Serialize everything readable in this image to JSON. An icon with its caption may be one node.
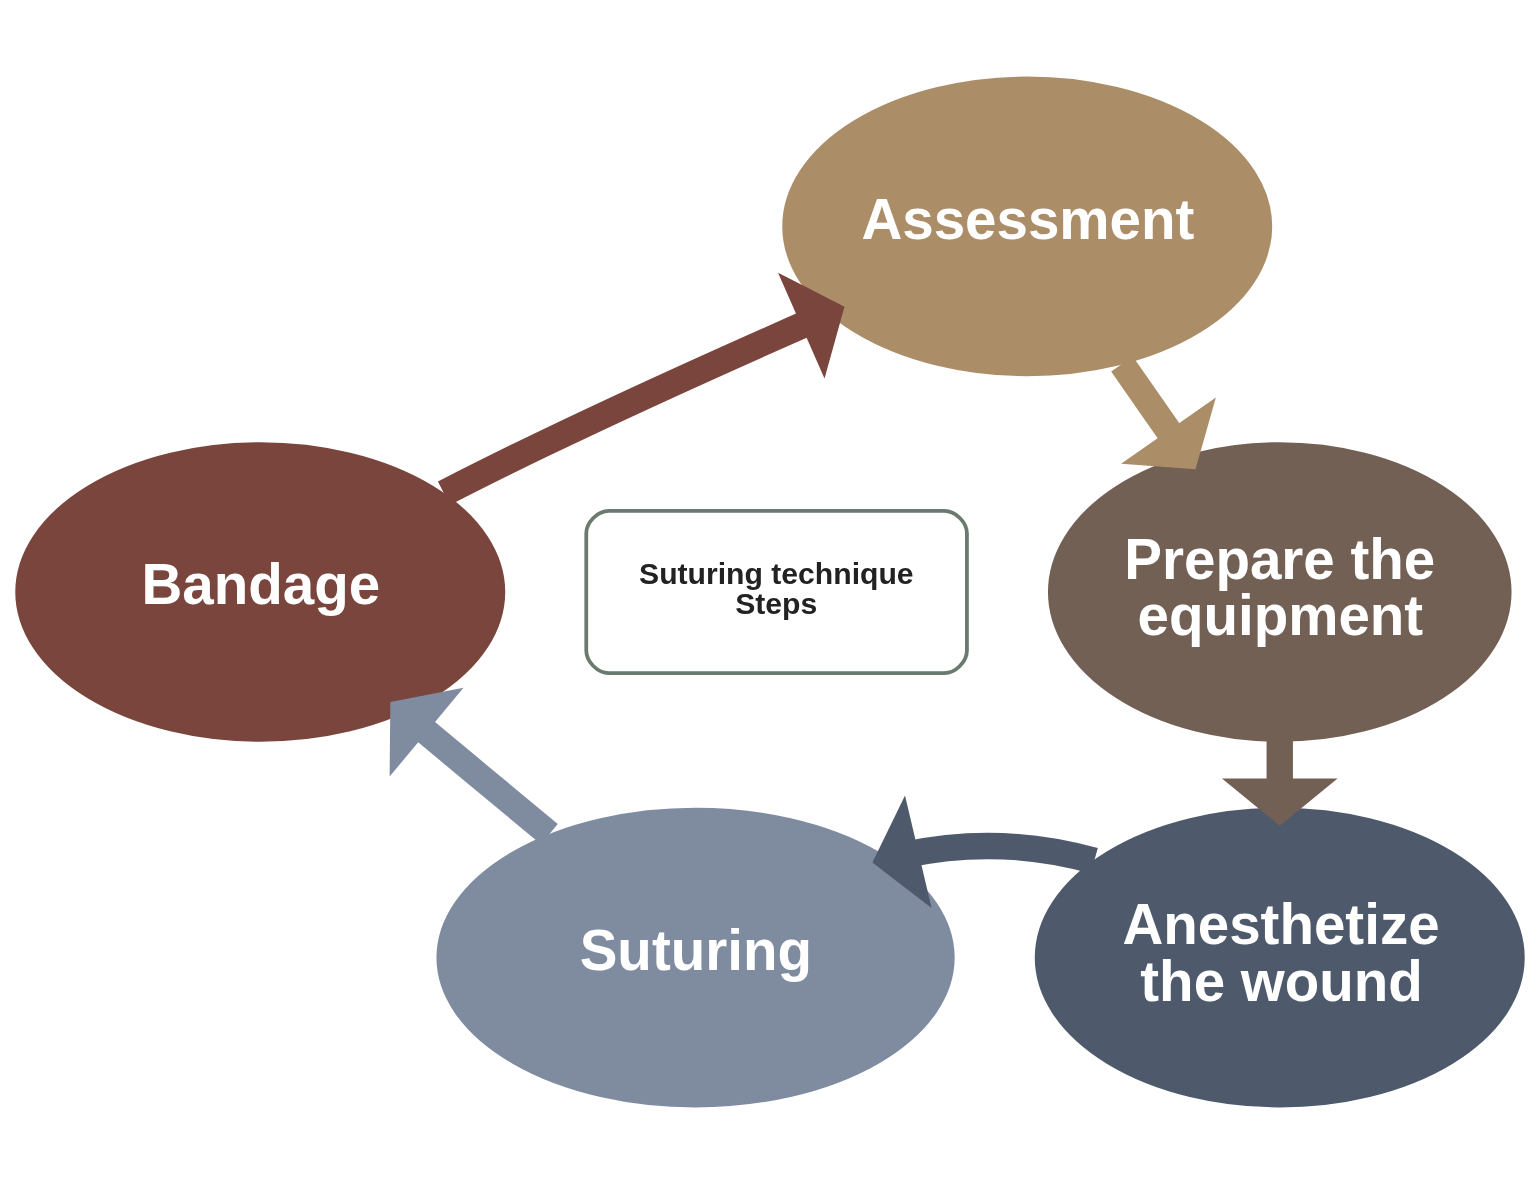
{
  "diagram": {
    "nodes": [
      {
        "text": [
          "Assessment"
        ]
      },
      {
        "text": [
          "Prepare the equipment"
        ]
      },
      {
        "text": [
          "Anesthetize the wound"
        ]
      },
      {
        "text": [
          "Suturing"
        ]
      },
      {
        "text": [
          "Bandage"
        ]
      },
      {
        "text": [
          "Suturing technique Steps"
        ]
      }
    ],
    "edges": [
      {
        "from": 0,
        "to": 1,
        "arrow": "to",
        "color": "#ab8e68"
      },
      {
        "from": 1,
        "to": 2,
        "arrow": "to",
        "color": "#736055"
      },
      {
        "from": 2,
        "to": 3,
        "arrow": "to",
        "color": "#4e5a6b"
      },
      {
        "from": 3,
        "to": 4,
        "arrow": "to",
        "color": "#7f8ca0"
      },
      {
        "from": 4,
        "to": 0,
        "arrow": "to",
        "color": "#79453d"
      }
    ]
  }
}
